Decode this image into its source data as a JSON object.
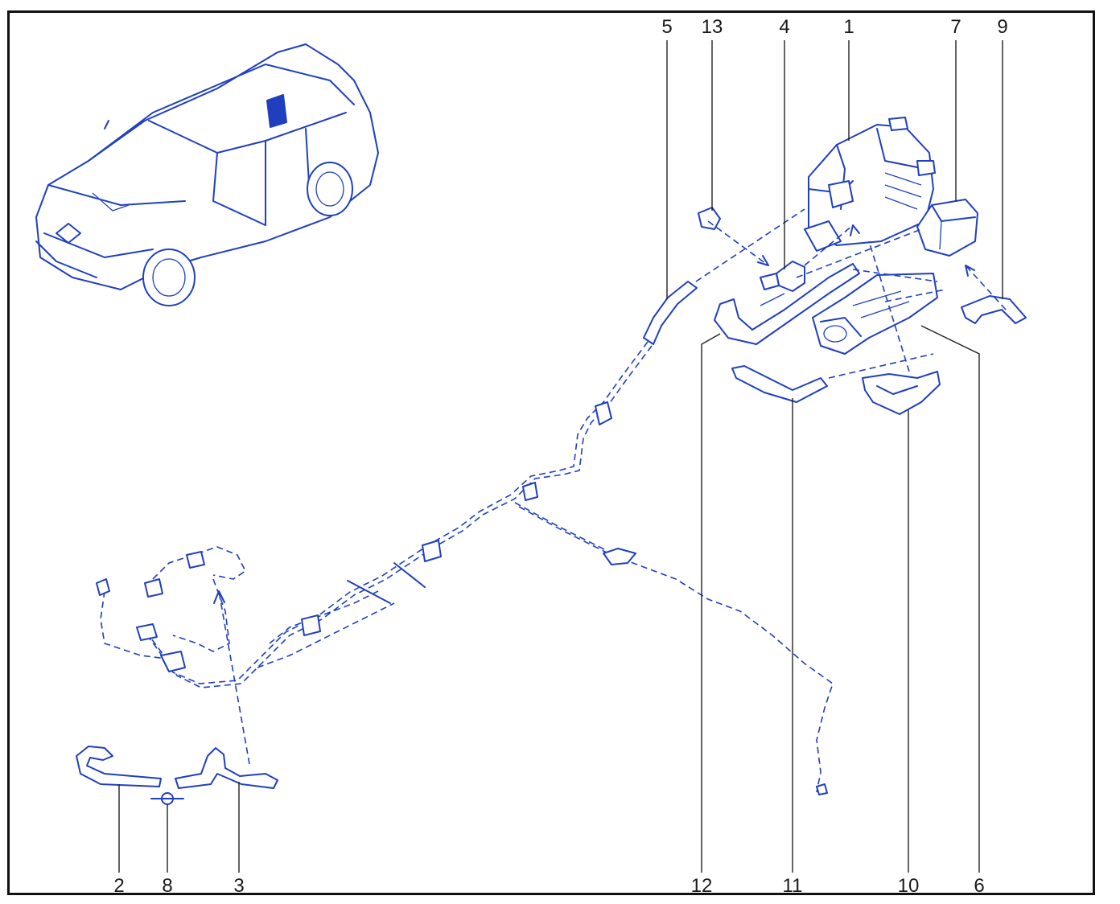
{
  "callouts": {
    "c1": "1",
    "c2": "2",
    "c3": "3",
    "c4": "4",
    "c5": "5",
    "c6": "6",
    "c7": "7",
    "c8": "8",
    "c9": "9",
    "c10": "10",
    "c11": "11",
    "c12": "12",
    "c13": "13"
  },
  "colors": {
    "line": "#1f3fbf",
    "frame": "#111111",
    "callout_text": "#1a1a1a"
  }
}
